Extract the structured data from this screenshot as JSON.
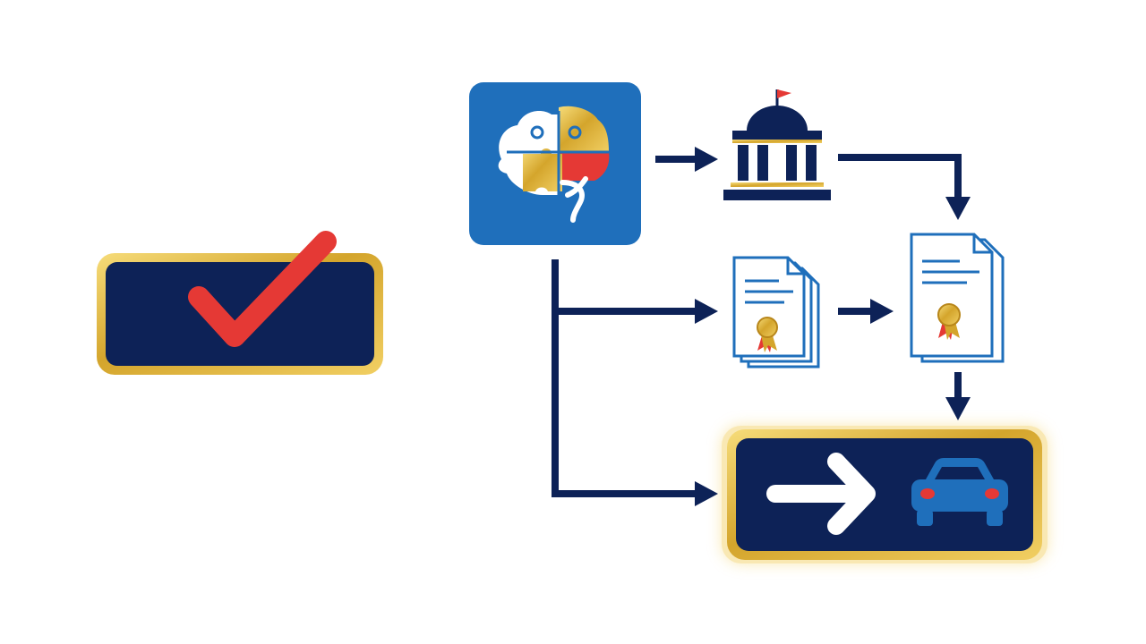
{
  "diagram": {
    "colors": {
      "navy": "#0d2257",
      "blue": "#1f6fbb",
      "gold": "#e0b43c",
      "red": "#e53935",
      "white": "#ffffff",
      "background": "#ffffff"
    },
    "nodes": [
      {
        "id": "approved-badge",
        "icon": "checkmark-icon"
      },
      {
        "id": "brain-puzzle-tile",
        "icon": "brain-puzzle-icon"
      },
      {
        "id": "government-building",
        "icon": "capitol-building-icon"
      },
      {
        "id": "certificate-stack",
        "icon": "certificate-documents-icon"
      },
      {
        "id": "certified-document",
        "icon": "certificate-document-icon"
      },
      {
        "id": "drive-forward-panel",
        "icons": [
          "right-arrow-icon",
          "car-icon"
        ]
      }
    ],
    "edges": [
      {
        "from": "brain-puzzle-tile",
        "to": "government-building"
      },
      {
        "from": "government-building",
        "to": "certified-document"
      },
      {
        "from": "brain-puzzle-tile",
        "to": "certificate-stack"
      },
      {
        "from": "certificate-stack",
        "to": "certified-document"
      },
      {
        "from": "certified-document",
        "to": "drive-forward-panel"
      },
      {
        "from": "brain-puzzle-tile",
        "to": "drive-forward-panel"
      }
    ]
  }
}
